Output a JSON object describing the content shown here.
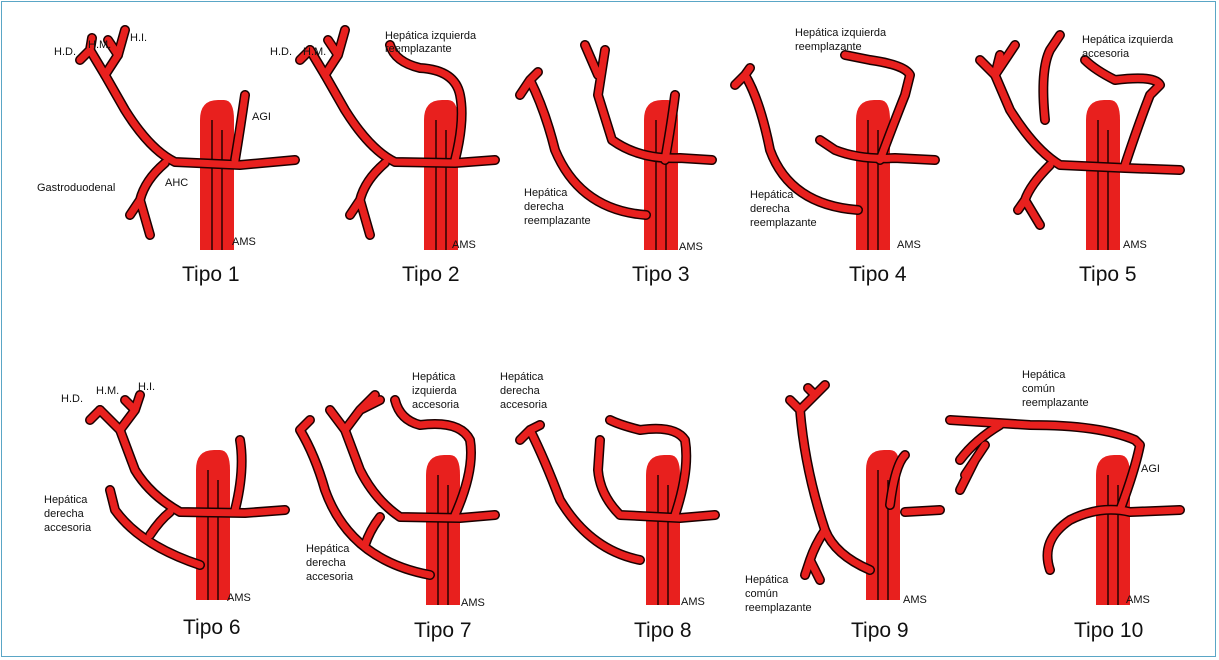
{
  "colors": {
    "artery": "#e8201e",
    "outline": "#1a0000",
    "border": "#5aa6c6"
  },
  "panels": [
    {
      "title": "Tipo 1",
      "labels": [
        "H.D.",
        "H.M.",
        "H.I.",
        "AGI",
        "Gastroduodenal",
        "AHC",
        "AMS"
      ]
    },
    {
      "title": "Tipo 2",
      "labels": [
        "H.D.",
        "H.M.",
        "Hepática izquierda",
        "reemplazante",
        "AMS"
      ]
    },
    {
      "title": "Tipo 3",
      "labels": [
        "Hepática",
        "derecha",
        "reemplazante",
        "AMS"
      ]
    },
    {
      "title": "Tipo 4",
      "labels": [
        "Hepática izquierda",
        "reemplazante",
        "Hepática",
        "derecha",
        "reemplazante",
        "AMS"
      ]
    },
    {
      "title": "Tipo 5",
      "labels": [
        "Hepática izquierda",
        "accesoria",
        "AMS"
      ]
    },
    {
      "title": "Tipo 6",
      "labels": [
        "H.D.",
        "H.M.",
        "H.I.",
        "Hepática",
        "derecha",
        "accesoria",
        "AMS"
      ]
    },
    {
      "title": "Tipo 7",
      "labels": [
        "Hepática",
        "izquierda",
        "accesoria",
        "Hepática",
        "derecha",
        "accesoria",
        "AMS"
      ]
    },
    {
      "title": "Tipo 8",
      "labels": [
        "Hepática",
        "derecha",
        "accesoria",
        "AMS"
      ]
    },
    {
      "title": "Tipo 9",
      "labels": [
        "Hepática",
        "común",
        "reemplazante",
        "AMS"
      ]
    },
    {
      "title": "Tipo 10",
      "labels": [
        "Hepática",
        "común",
        "reemplazante",
        "AGI",
        "AMS"
      ]
    }
  ]
}
